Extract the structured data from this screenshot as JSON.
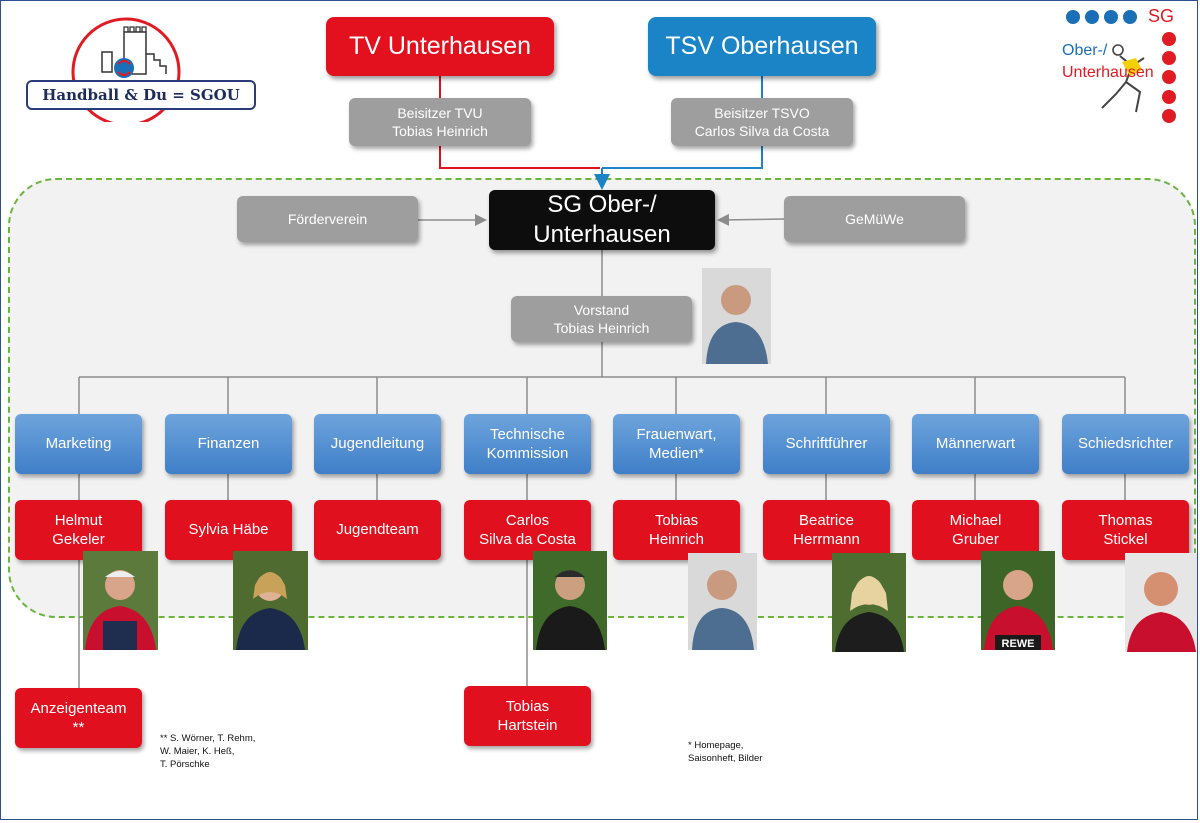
{
  "logo_left": {
    "text": "Handball & Du = SGOU"
  },
  "logo_right": {
    "sg": "SG",
    "ober": "Ober-/",
    "unter": "Unterhausen"
  },
  "top": {
    "tvu": "TV Unterhausen",
    "tsv": "TSV Oberhausen",
    "beisitzer_tvu": "Beisitzer TVU\nTobias Heinrich",
    "beisitzer_tsvo": "Beisitzer TSVO\nCarlos Silva da Costa"
  },
  "center": {
    "sg": "SG Ober-/\nUnterhausen",
    "foerderverein": "Förderverein",
    "gemuewe": "GeMüWe",
    "vorstand": "Vorstand\nTobias Heinrich"
  },
  "departments": [
    {
      "name": "Marketing",
      "person": "Helmut\nGekeler"
    },
    {
      "name": "Finanzen",
      "person": "Sylvia Häbe"
    },
    {
      "name": "Jugendleitung",
      "person": "Jugendteam"
    },
    {
      "name": "Technische\nKommission",
      "person": "Carlos\nSilva da Costa"
    },
    {
      "name": "Frauenwart,\nMedien*",
      "person": "Tobias\nHeinrich"
    },
    {
      "name": "Schriftführer",
      "person": "Beatrice\nHerrmann"
    },
    {
      "name": "Männerwart",
      "person": "Michael\nGruber"
    },
    {
      "name": "Schiedsrichter",
      "person": "Thomas\nStickel"
    }
  ],
  "sub": {
    "anzeigenteam": "Anzeigenteam\n**",
    "hartstein": "Tobias\nHartstein"
  },
  "notes": {
    "anzeigen": "** S. Wörner, T. Rehm,\nW. Maier, K. Heß,\nT. Pörschke",
    "medien": "* Homepage,\nSaisonheft, Bilder"
  },
  "colors": {
    "red": "#e0101e",
    "blue": "#3f7fc8",
    "grey": "#9e9e9e",
    "black": "#0d0d0d",
    "dashed_green": "#6cb33f"
  }
}
